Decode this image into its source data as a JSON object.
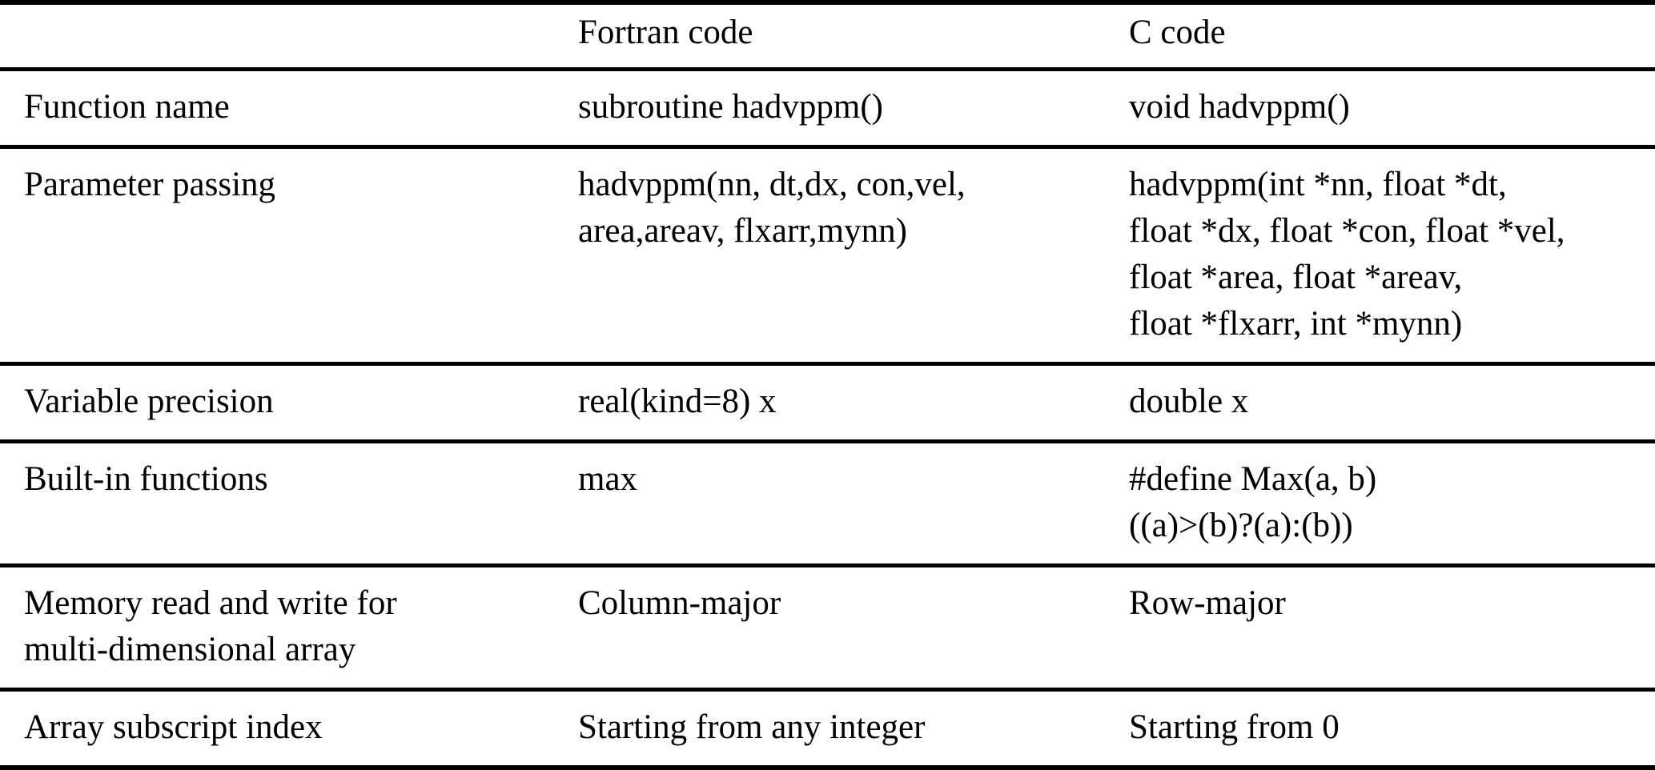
{
  "table": {
    "columns": [
      "",
      "Fortran code",
      "C code"
    ],
    "rows": [
      {
        "label": "Function name",
        "fortran": "subroutine hadvppm()",
        "c": "void hadvppm()"
      },
      {
        "label": "Parameter passing",
        "fortran": "hadvppm(nn, dt,dx, con,vel,\narea,areav, flxarr,mynn)",
        "c": "hadvppm(int *nn, float *dt,\nfloat *dx, float *con, float *vel,\nfloat *area, float *areav,\nfloat *flxarr, int *mynn)"
      },
      {
        "label": "Variable precision",
        "fortran": "real(kind=8) x",
        "c": "double x"
      },
      {
        "label": "Built-in functions",
        "fortran": "max",
        "c": "#define Max(a, b)\n((a)>(b)?(a):(b))"
      },
      {
        "label": "Memory read and write for\nmulti-dimensional array",
        "fortran": "Column-major",
        "c": "Row-major"
      },
      {
        "label": "Array subscript index",
        "fortran": "Starting from any integer",
        "c": "Starting from 0"
      }
    ],
    "text_color": "#000000",
    "rule_color": "#000000",
    "background_color": "#ffffff"
  }
}
